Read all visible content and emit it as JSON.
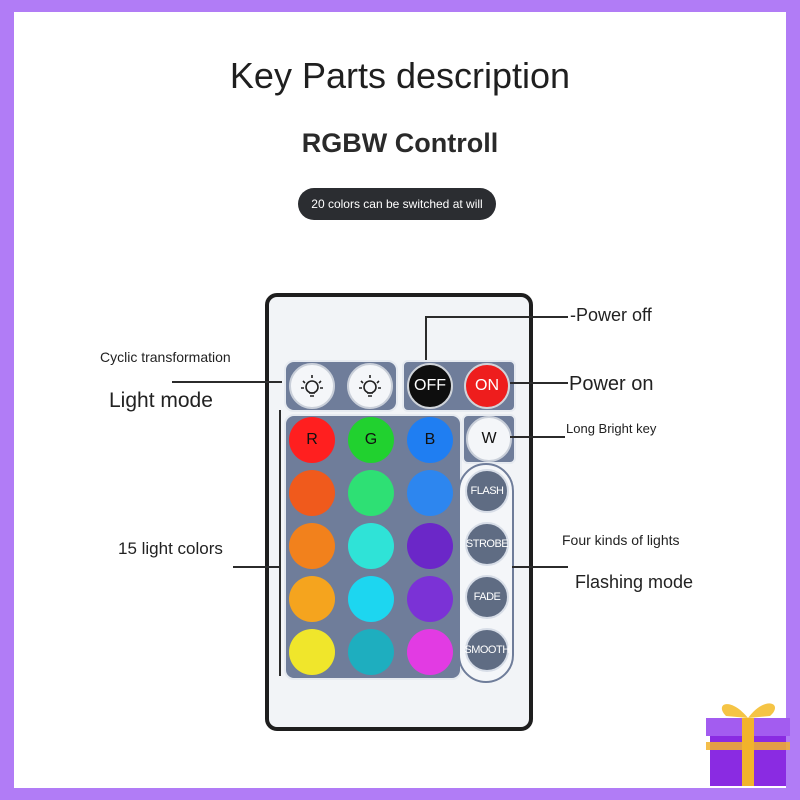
{
  "header": {
    "title": "Key Parts description",
    "subtitle": "RGBW Controll",
    "badge": "20 colors can be switched at will"
  },
  "remote": {
    "mode_icons": [
      "light-bulb-icon",
      "light-bulb-icon"
    ],
    "off_label": "OFF",
    "on_label": "ON",
    "color_labels": [
      "R",
      "G",
      "B",
      "W"
    ],
    "colors": [
      "#ff1f1f",
      "#21d12f",
      "#1f7ef2",
      "#f05a1c",
      "#2ee074",
      "#2d86ef",
      "#f2811c",
      "#2fe3d7",
      "#6b27c8",
      "#f5a41e",
      "#1dd6f0",
      "#7b32d6",
      "#f0e62b",
      "#1eaebf",
      "#e23be3"
    ],
    "mode_buttons": [
      "FLASH",
      "STROBE",
      "FADE",
      "SMOOTH"
    ]
  },
  "annotations": {
    "cyclic": "Cyclic transformation",
    "light_mode": "Light mode",
    "light_colors": "15 light colors",
    "power_off": "-Power off",
    "power_on": "Power on",
    "long_bright": "Long Bright key",
    "four_kinds": "Four kinds of lights",
    "flashing_mode": "Flashing mode"
  }
}
